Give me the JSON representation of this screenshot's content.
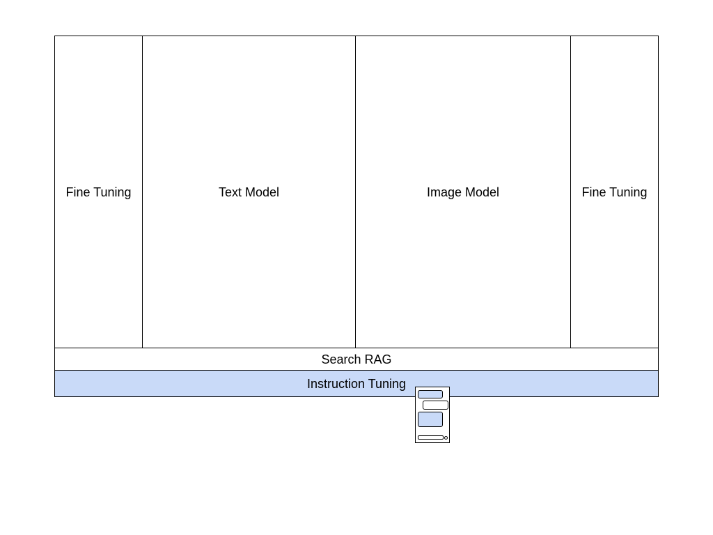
{
  "colors": {
    "stroke": "#000000",
    "background": "#ffffff",
    "highlight": "#c9daf8"
  },
  "columns": [
    {
      "label": "Fine Tuning"
    },
    {
      "label": "Text Model"
    },
    {
      "label": "Image Model"
    },
    {
      "label": "Fine Tuning"
    }
  ],
  "rows": {
    "search": {
      "label": "Search RAG"
    },
    "instruction": {
      "label": "Instruction Tuning"
    }
  },
  "phone_mockup": {
    "icon": "chat-phone-icon"
  }
}
